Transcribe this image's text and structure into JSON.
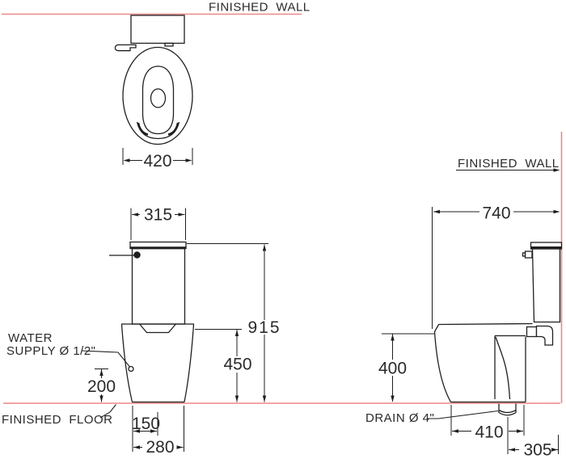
{
  "drawing": {
    "title_context": "toilet installation dimension drawing",
    "labels": {
      "finished_wall_top": "FINISHED  WALL",
      "finished_wall_side": "FINISHED  WALL",
      "water_supply_line1": "WATER",
      "water_supply_line2": "SUPPLY Ø 1/2\"",
      "finished_floor": "FINISHED  FLOOR",
      "drain": "DRAIN Ø 4\""
    },
    "dimensions": {
      "bowl_width": "420",
      "tank_width": "315",
      "overall_height": "915",
      "rim_height_front": "450",
      "supply_height": "200",
      "outlet_offset": "150",
      "base_width": "280",
      "overall_depth": "740",
      "rim_height_side": "400",
      "base_depth": "410",
      "drain_to_wall": "305"
    },
    "colors": {
      "line": "#1f1f1f",
      "reference_line": "#ef8686",
      "text": "#2a2a2a"
    }
  }
}
